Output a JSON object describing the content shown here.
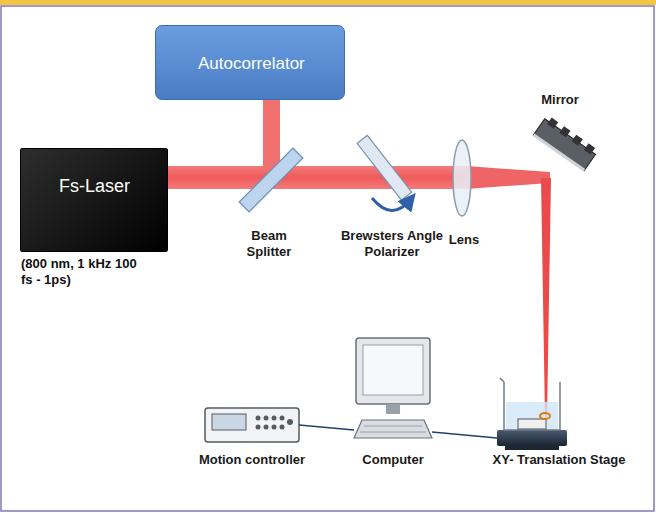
{
  "diagram": {
    "nodes": [
      {
        "text": [
          "Fs-Laser",
          "(800 nm, 1 kHz 100 fs - 1ps)"
        ]
      },
      {
        "text": [
          "Autocorrelator"
        ]
      }
    ],
    "labels": [
      "Beam Splitter",
      "Brewsters Angle Polarizer",
      "Lens",
      "Mirror",
      "Motion controller",
      "Computer",
      "XY- Translation Stage"
    ]
  }
}
